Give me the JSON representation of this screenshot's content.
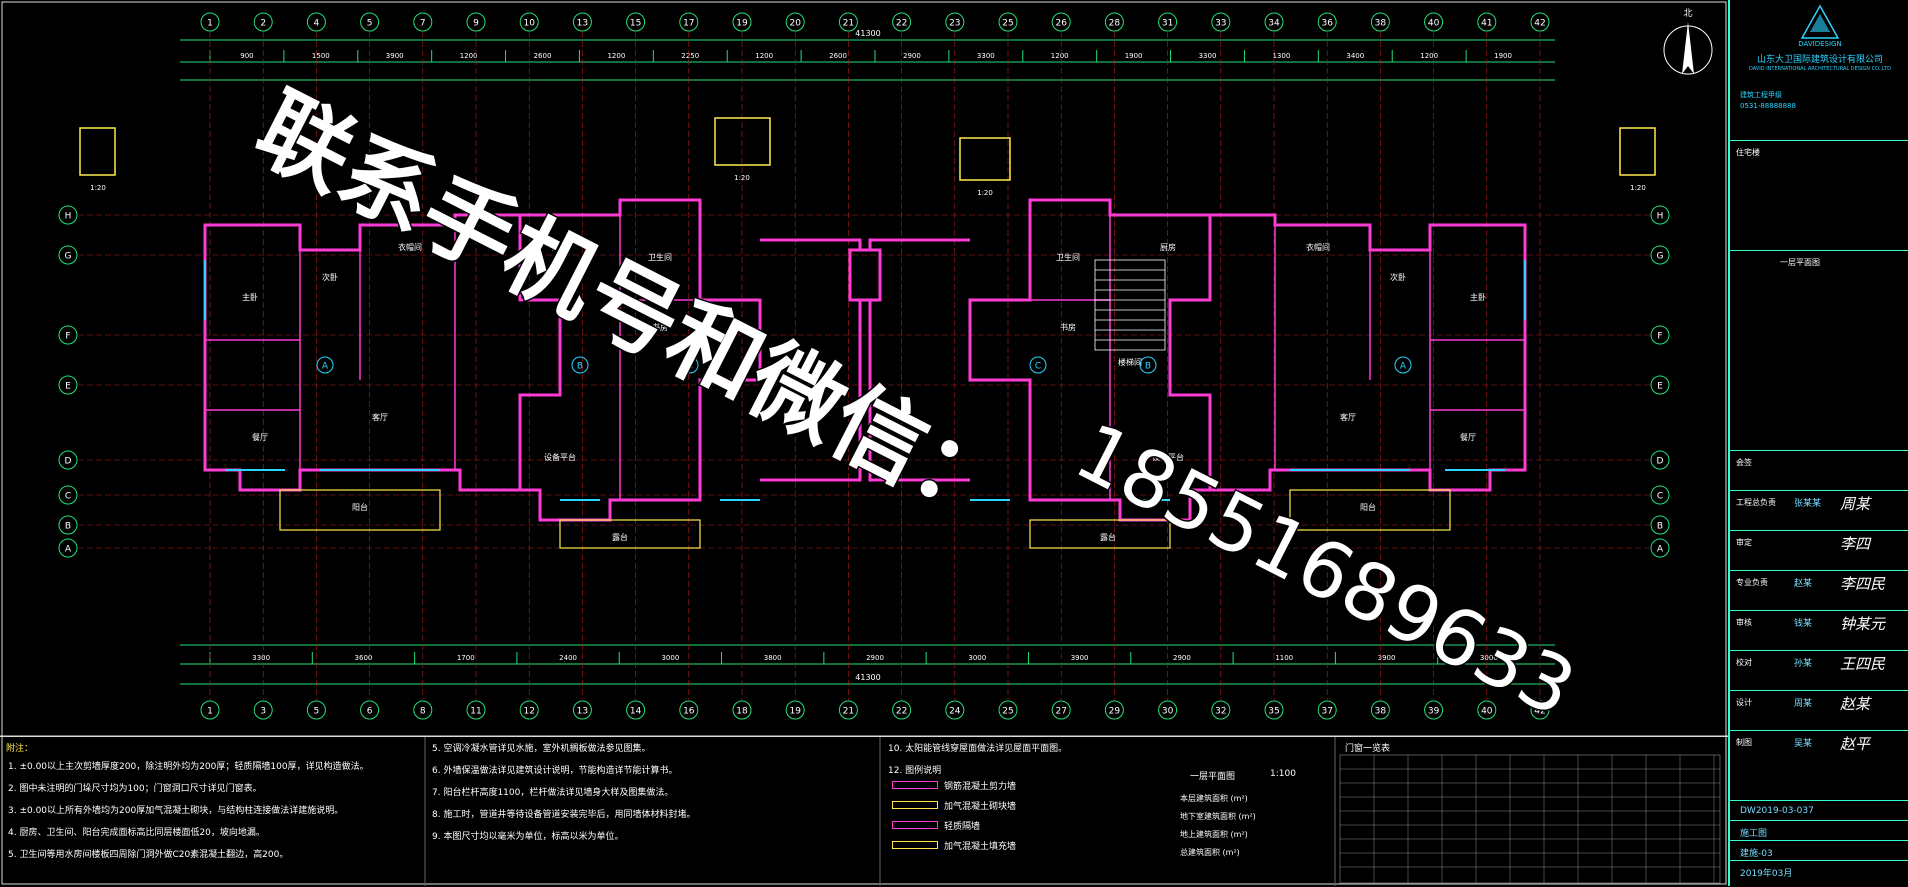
{
  "drawing": {
    "north_label": "北",
    "grid_top": [
      "1",
      "2",
      "4",
      "5",
      "7",
      "9",
      "10",
      "13",
      "15",
      "17",
      "19",
      "20",
      "21",
      "22",
      "23",
      "25",
      "26",
      "28",
      "31",
      "33",
      "34",
      "36",
      "38",
      "40",
      "41",
      "42"
    ],
    "grid_bottom": [
      "1",
      "3",
      "5",
      "6",
      "8",
      "11",
      "12",
      "13",
      "14",
      "16",
      "18",
      "19",
      "21",
      "22",
      "24",
      "25",
      "27",
      "29",
      "30",
      "32",
      "35",
      "37",
      "38",
      "39",
      "40",
      "42"
    ],
    "grid_left": [
      "H",
      "G",
      "F",
      "E",
      "D",
      "C",
      "B",
      "A"
    ],
    "grid_right": [
      "H",
      "G",
      "F",
      "E",
      "D",
      "C",
      "B",
      "A"
    ],
    "total_dim": "41300",
    "top_dims": [
      "900",
      "1500",
      "3900",
      "1200",
      "2600",
      "1200",
      "2250",
      "1200",
      "2600",
      "2900",
      "3300",
      "1200",
      "1900",
      "3300",
      "1300",
      "3400",
      "1200",
      "1900"
    ],
    "bottom_dims": [
      "3300",
      "3600",
      "1700",
      "2400",
      "3000",
      "3800",
      "2900",
      "3000",
      "3900",
      "2900",
      "1100",
      "3900",
      "3000"
    ],
    "room_labels": [
      "主卧",
      "次卧",
      "客厅",
      "餐厅",
      "厨房",
      "卫生间",
      "阳台",
      "书房",
      "露台",
      "衣帽间",
      "设备平台"
    ],
    "unit_labels": [
      "A",
      "B",
      "C",
      "C",
      "B",
      "A"
    ],
    "detail_refs": [
      "1:20",
      "1:20",
      "1:20",
      "1:20"
    ],
    "stair_label": "楼梯间"
  },
  "watermark": {
    "line1": "联系手机号和微信：",
    "line2": "18551689633"
  },
  "notes": {
    "heading": "附注：",
    "col1": [
      "1.  ±0.00以上主次剪墙厚度200，除注明外均为200厚；轻质隔墙100厚，详见构造做法。",
      "2.  图中未注明的门垛尺寸均为100；门窗洞口尺寸详见门窗表。",
      "3.  ±0.00以上所有外墙均为200厚加气混凝土砌块，与结构柱连接做法详建施说明。",
      "4.  厨房、卫生间、阳台完成面标高比同层楼面低20，坡向地漏。",
      "5.  卫生间等用水房间楼板四周除门洞外做C20素混凝土翻边，高200。"
    ],
    "col2": [
      "5.  空调冷凝水管详见水施，室外机搁板做法参见图集。",
      "6.  外墙保温做法详见建筑设计说明，节能构造详节能计算书。",
      "7.  阳台栏杆高度1100，栏杆做法详见墙身大样及图集做法。",
      "8.  施工时，管道井等待设备管道安装完毕后，用同墙体材料封堵。",
      "9.  本图尺寸均以毫米为单位，标高以米为单位。"
    ],
    "col3": [
      "10. 太阳能管线穿屋面做法详见屋面平面图。",
      "12. 图例说明"
    ],
    "legend": [
      "钢筋混凝土剪力墙",
      "加气混凝土砌块墙",
      "轻质隔墙",
      "加气混凝土填充墙"
    ],
    "area_title": "一层平面图",
    "area_scale": "1:100",
    "area_rows": [
      "本层建筑面积 (m²)",
      "地下室建筑面积 (m²)",
      "地上建筑面积 (m²)",
      "总建筑面积 (m²)"
    ],
    "door_table_title": "门窗一览表"
  },
  "titleblock": {
    "company": "山东大卫国际建筑设计有限公司",
    "company_en": "DAVID INTERNATIONAL ARCHITECTURAL DESIGN CO.,LTD",
    "logo_text": "DAVIDESIGN",
    "cert": "建筑工程甲级",
    "tel": "0531-88888888",
    "project": "住宅楼",
    "drawing_name": "一层平面图",
    "rows": [
      {
        "label": "会签",
        "value": "",
        "sign": ""
      },
      {
        "label": "工程总负责",
        "value": "张某某",
        "sign": "周某"
      },
      {
        "label": "审定",
        "value": "",
        "sign": "李四"
      },
      {
        "label": "专业负责",
        "value": "赵某",
        "sign": "李四民"
      },
      {
        "label": "审核",
        "value": "钱某",
        "sign": "钟某元"
      },
      {
        "label": "校对",
        "value": "孙某",
        "sign": "王四民"
      },
      {
        "label": "设计",
        "value": "周某",
        "sign": "赵某"
      },
      {
        "label": "制图",
        "value": "吴某",
        "sign": "赵平"
      }
    ],
    "drawing_no": "DW2019-03-037",
    "phase": "施工图",
    "sheet": "建施-03",
    "date": "2019年03月"
  },
  "colors": {
    "wall": "#ff3bd6",
    "axis": "#ff3b3b",
    "dim": "#22e07a",
    "text": "#ffffff",
    "detail": "#ffe94a",
    "window": "#29d4ff",
    "frame": "#33ffcc"
  }
}
